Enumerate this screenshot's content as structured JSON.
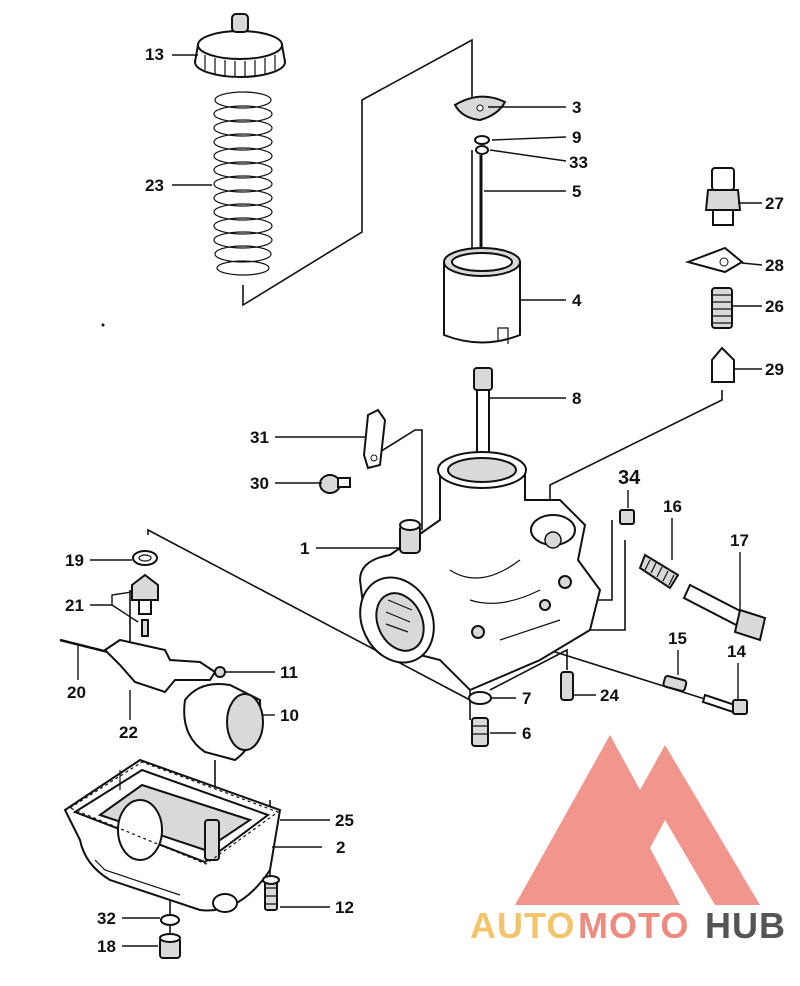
{
  "parts": [
    {
      "n": "1"
    },
    {
      "n": "2"
    },
    {
      "n": "3"
    },
    {
      "n": "4"
    },
    {
      "n": "5"
    },
    {
      "n": "6"
    },
    {
      "n": "7"
    },
    {
      "n": "8"
    },
    {
      "n": "9"
    },
    {
      "n": "10"
    },
    {
      "n": "11"
    },
    {
      "n": "12"
    },
    {
      "n": "13"
    },
    {
      "n": "14"
    },
    {
      "n": "15"
    },
    {
      "n": "16"
    },
    {
      "n": "17"
    },
    {
      "n": "18"
    },
    {
      "n": "19"
    },
    {
      "n": "20"
    },
    {
      "n": "21"
    },
    {
      "n": "22"
    },
    {
      "n": "23"
    },
    {
      "n": "24"
    },
    {
      "n": "25"
    },
    {
      "n": "26"
    },
    {
      "n": "27"
    },
    {
      "n": "28"
    },
    {
      "n": "29"
    },
    {
      "n": "30"
    },
    {
      "n": "31"
    },
    {
      "n": "32"
    },
    {
      "n": "33"
    },
    {
      "n": "34"
    }
  ],
  "watermark": {
    "part1": "AUTO",
    "part2": "MOTO",
    "part3": "HUB",
    "color_auto": "#f3c46a",
    "color_moto": "#ef8a7f",
    "color_hub": "#555555",
    "logo_color": "#f08378"
  }
}
